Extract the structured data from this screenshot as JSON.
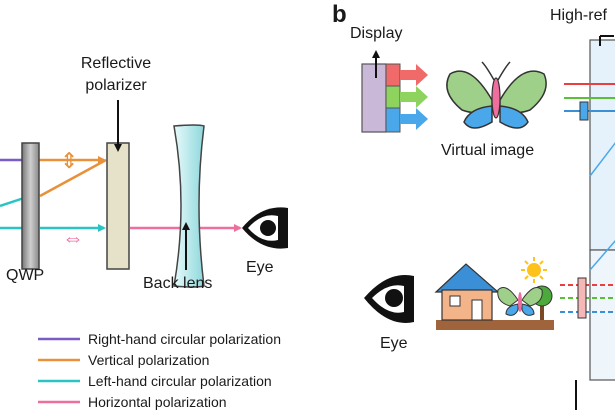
{
  "panel_b_label": "b",
  "left_panel": {
    "reflective_polarizer_line1": "Reflective",
    "reflective_polarizer_line2": "polarizer",
    "qwp": "QWP",
    "eye": "Eye",
    "back_lens": "Back lens",
    "vertical_pol_symbol": "⇕",
    "horizontal_pol_symbol": "⇔"
  },
  "right_panel": {
    "display": "Display",
    "virtual_image": "Virtual image",
    "high_ref_partial": "High-ref",
    "eye": "Eye"
  },
  "legend": [
    {
      "label": "Right-hand circular polarization",
      "color": "#7b5cc4"
    },
    {
      "label": "Vertical polarization",
      "color": "#e8913a"
    },
    {
      "label": "Left-hand circular polarization",
      "color": "#2bc4c4"
    },
    {
      "label": "Horizontal polarization",
      "color": "#ee6f9e"
    }
  ],
  "colors": {
    "red_ray": "#f06a6a",
    "green_ray": "#8fd35f",
    "blue_ray": "#4aa8ea",
    "lens_fill": "#bfecee",
    "qwp_fill": "#9a9a9a",
    "polarizer_fill": "#e6e2c9",
    "display_fill": "#c9b8d8"
  }
}
